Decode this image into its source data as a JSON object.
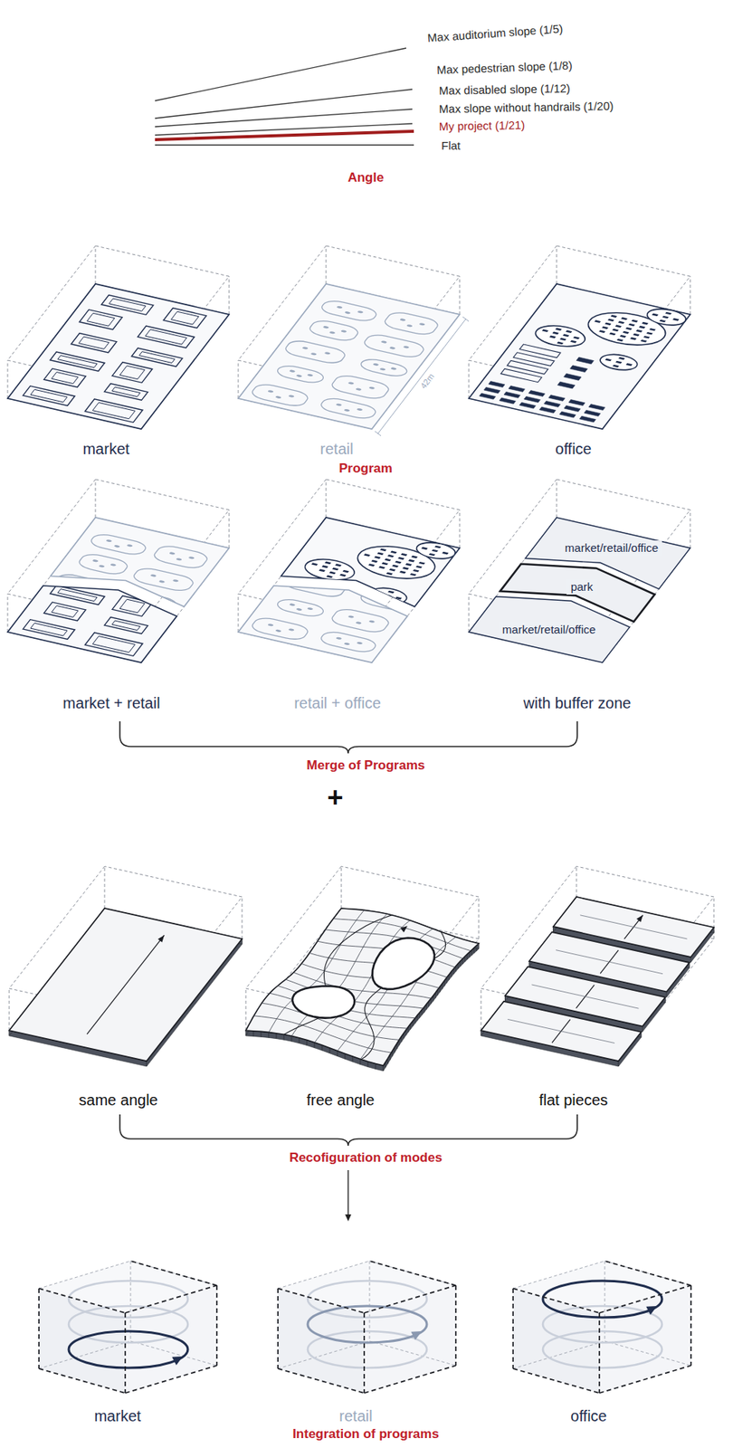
{
  "diagram": {
    "nodes": [
      {
        "text": [
          "market/retail/office"
        ]
      },
      {
        "text": [
          "park"
        ]
      },
      {
        "text": [
          "market/retail/office"
        ]
      }
    ],
    "labels": [
      "Max auditorium slope (1/5)",
      "Max pedestrian slope (1/8)",
      "Max disabled slope (1/12)",
      "Max slope without handrails (1/20)",
      "My project (1/21)",
      "Flat",
      "Angle",
      "42m",
      "market",
      "retail",
      "office",
      "Program",
      "market + retail",
      "retail + office",
      "with buffer zone",
      "Merge of Programs",
      "+",
      "same angle",
      "free angle",
      "flat pieces",
      "Recofiguration of modes",
      "market",
      "retail",
      "office",
      "Integration of programs"
    ]
  }
}
